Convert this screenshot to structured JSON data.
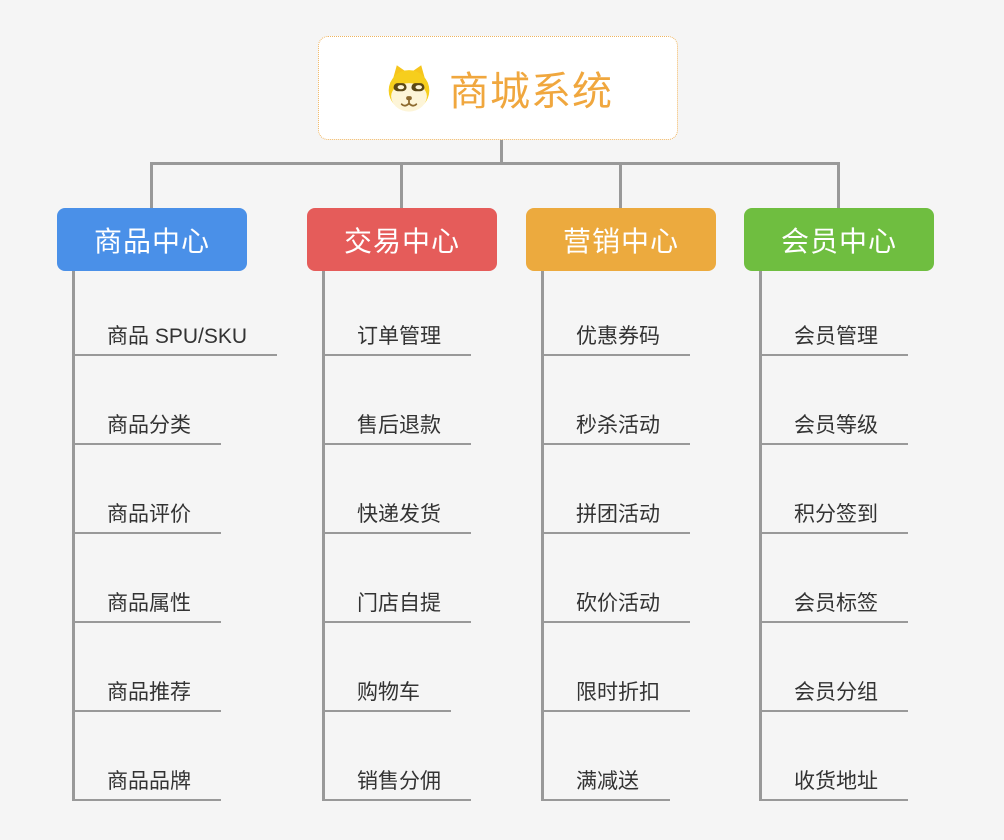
{
  "root": {
    "title": "商城系统",
    "title_color": "#f0a73e",
    "border_color": "#efb45e"
  },
  "colors": {
    "background": "#f5f5f5",
    "connector": "#999999",
    "item_text": "#333333"
  },
  "branches": [
    {
      "label": "商品中心",
      "color": "#4a90e8",
      "items": [
        "商品 SPU/SKU",
        "商品分类",
        "商品评价",
        "商品属性",
        "商品推荐",
        "商品品牌"
      ]
    },
    {
      "label": "交易中心",
      "color": "#e55c5a",
      "items": [
        "订单管理",
        "售后退款",
        "快递发货",
        "门店自提",
        "购物车",
        "销售分佣"
      ]
    },
    {
      "label": "营销中心",
      "color": "#ecaa3e",
      "items": [
        "优惠券码",
        "秒杀活动",
        "拼团活动",
        "砍价活动",
        "限时折扣",
        "满减送"
      ]
    },
    {
      "label": "会员中心",
      "color": "#6fbe40",
      "items": [
        "会员管理",
        "会员等级",
        "积分签到",
        "会员标签",
        "会员分组",
        "收货地址"
      ]
    }
  ]
}
